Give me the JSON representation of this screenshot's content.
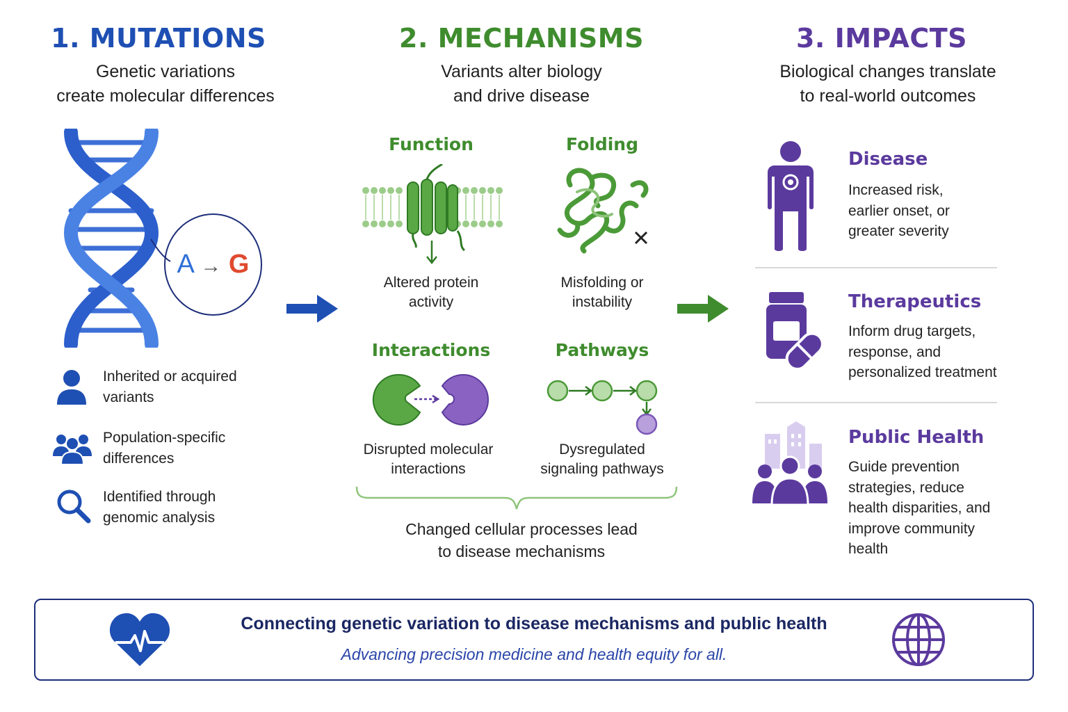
{
  "columns": {
    "mutations": {
      "title": "1. MUTATIONS",
      "subtitle_line1": "Genetic variations",
      "subtitle_line2": "create molecular differences",
      "substitution_from": "A",
      "substitution_to": "G",
      "bullets": [
        {
          "icon": "person-icon",
          "line1": "Inherited or acquired",
          "line2": "variants"
        },
        {
          "icon": "group-icon",
          "line1": "Population-specific",
          "line2": "differences"
        },
        {
          "icon": "search-icon",
          "line1": "Identified through",
          "line2": "genomic analysis"
        }
      ]
    },
    "mechanisms": {
      "title": "2. MECHANISMS",
      "subtitle_line1": "Variants alter biology",
      "subtitle_line2": "and drive disease",
      "items": [
        {
          "title": "Function",
          "line1": "Altered protein",
          "line2": "activity"
        },
        {
          "title": "Folding",
          "line1": "Misfolding or",
          "line2": "instability"
        },
        {
          "title": "Interactions",
          "line1": "Disrupted molecular",
          "line2": "interactions"
        },
        {
          "title": "Pathways",
          "line1": "Dysregulated",
          "line2": "signaling pathways"
        }
      ],
      "summary_line1": "Changed cellular processes lead",
      "summary_line2": "to disease mechanisms"
    },
    "impacts": {
      "title": "3. IMPACTS",
      "subtitle_line1": "Biological changes translate",
      "subtitle_line2": "to real-world outcomes",
      "items": [
        {
          "title": "Disease",
          "lines": [
            "Increased risk,",
            "earlier onset, or",
            "greater severity"
          ]
        },
        {
          "title": "Therapeutics",
          "lines": [
            "Inform drug targets,",
            "response, and",
            "personalized treatment"
          ]
        },
        {
          "title": "Public Health",
          "lines": [
            "Guide prevention",
            "strategies, reduce",
            "health disparities, and",
            "improve community",
            "health"
          ]
        }
      ]
    }
  },
  "footer": {
    "title": "Connecting genetic variation to disease mechanisms and public health",
    "subtitle": "Advancing precision medicine and health equity for all."
  },
  "colors": {
    "mutations": "#1e4fb3",
    "mechanisms": "#3f8c2e",
    "impacts": "#5b3a9e",
    "footer_border": "#1d2e7a",
    "allele_from": "#2f6fd8",
    "allele_to": "#e04a2f"
  }
}
